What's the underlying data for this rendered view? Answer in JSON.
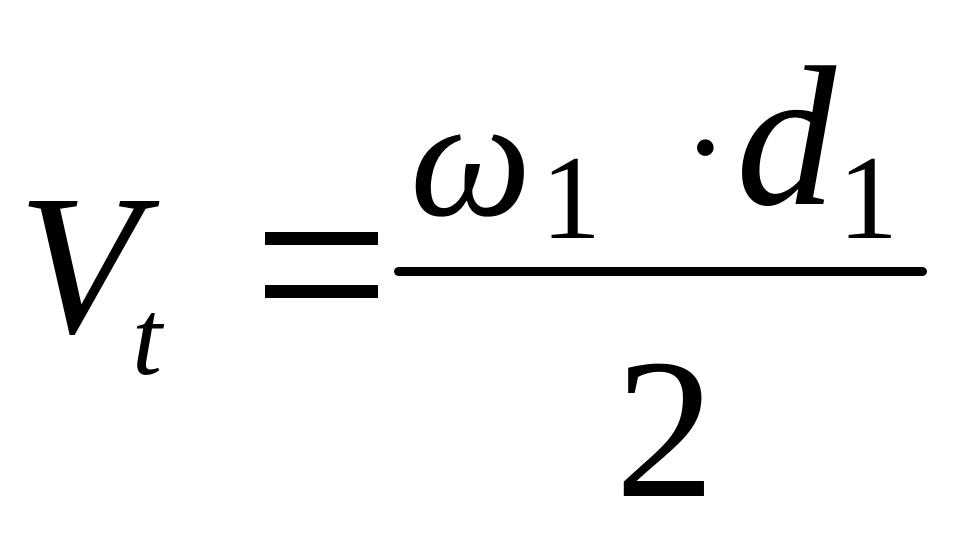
{
  "formula": {
    "lhs": {
      "variable": "V",
      "subscript": "t"
    },
    "operator": "=",
    "numerator": {
      "symbol_1": "ω",
      "symbol_1_subscript": "1",
      "multiply": "·",
      "symbol_2": "d",
      "symbol_2_subscript": "1"
    },
    "denominator": "2"
  }
}
